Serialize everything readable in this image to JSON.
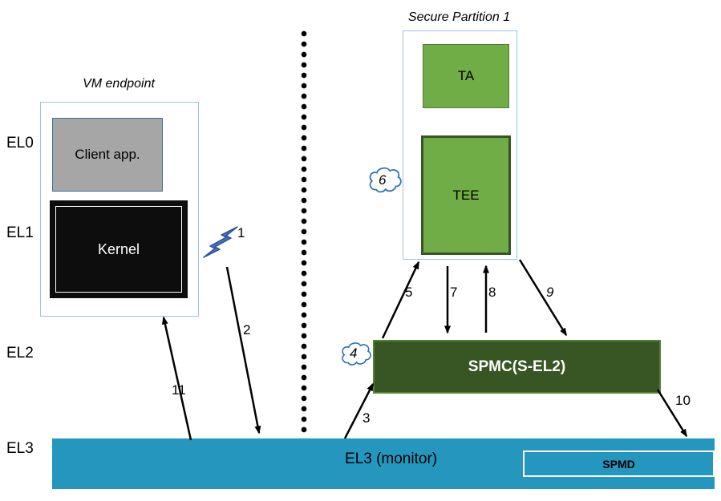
{
  "el_labels": {
    "el0": "EL0",
    "el1": "EL1",
    "el2": "EL2",
    "el3": "EL3"
  },
  "vm_endpoint": {
    "title": "VM endpoint",
    "client_app_label": "Client app.",
    "kernel_label": "Kernel"
  },
  "secure_partition": {
    "title": "Secure Partition 1",
    "ta_label": "TA",
    "tee_label": "TEE"
  },
  "spmc": {
    "label": "SPMC(S-EL2)"
  },
  "monitor_bar": {
    "label": "EL3 (monitor)",
    "spmd_label": "SPMD"
  },
  "flow_numbers": {
    "n1": "1",
    "n2": "2",
    "n3": "3",
    "n4": "4",
    "n5": "5",
    "n6": "6",
    "n7": "7",
    "n8": "8",
    "n9": "9",
    "n10": "10",
    "n11": "11"
  },
  "colors": {
    "bar_blue": "#2596be",
    "green": "#70ad47",
    "dark_green": "#375623",
    "gray": "#a6a6a6",
    "bolt_blue": "#4472c4",
    "cloud_outline": "#2e74b5",
    "box_border_blue": "#9dc3e6"
  }
}
